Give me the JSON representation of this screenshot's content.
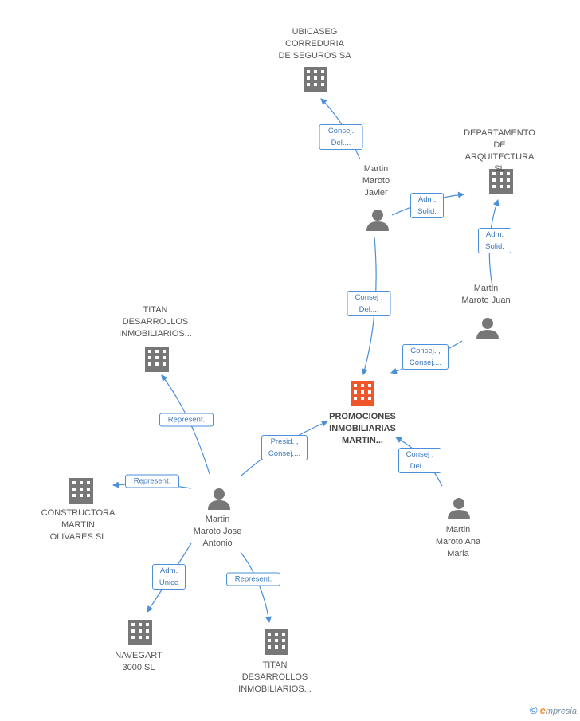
{
  "companies": {
    "ubicaseg": "UBICASEG\nCORREDURIA\nDE SEGUROS SA",
    "departamento": "DEPARTAMENTO\nDE\nARQUITECTURA SL",
    "titan_top": "TITAN\nDESARROLLOS\nINMOBILIARIOS...",
    "promociones": "PROMOCIONES\nINMOBILIARIAS\nMARTIN...",
    "constructora": "CONSTRUCTORA\nMARTIN\nOLIVARES SL",
    "navegart": "NAVEGART\n3000  SL",
    "titan_bottom": "TITAN\nDESARROLLOS\nINMOBILIARIOS..."
  },
  "persons": {
    "javier": "Martin\nMaroto\nJavier",
    "juan": "Martin\nMaroto Juan",
    "jose_antonio": "Martin\nMaroto Jose\nAntonio",
    "ana_maria": "Martin\nMaroto Ana\nMaria"
  },
  "relations": {
    "javier_ubicaseg": "Consej.\nDel....",
    "javier_departamento": "Adm.\nSolid.",
    "juan_departamento": "Adm.\nSolid.",
    "javier_promociones": "Consej .\nDel....",
    "juan_promociones": "Consej. ,\nConsej....",
    "jose_titan_top": "Represent.",
    "jose_promociones": "Presid. ,\nConsej....",
    "ana_promociones": "Consej .\nDel....",
    "jose_constructora": "Represent.",
    "jose_navegart": "Adm.\nUnico",
    "jose_titan_bottom": "Represent."
  },
  "colors": {
    "edge": "#4a8fd8",
    "company_icon": "#777777",
    "main_company_icon": "#f0562c",
    "person_icon": "#777777"
  },
  "branding": {
    "copyright_symbol": "©",
    "name_initial": "e",
    "name_rest": "mpresia"
  }
}
